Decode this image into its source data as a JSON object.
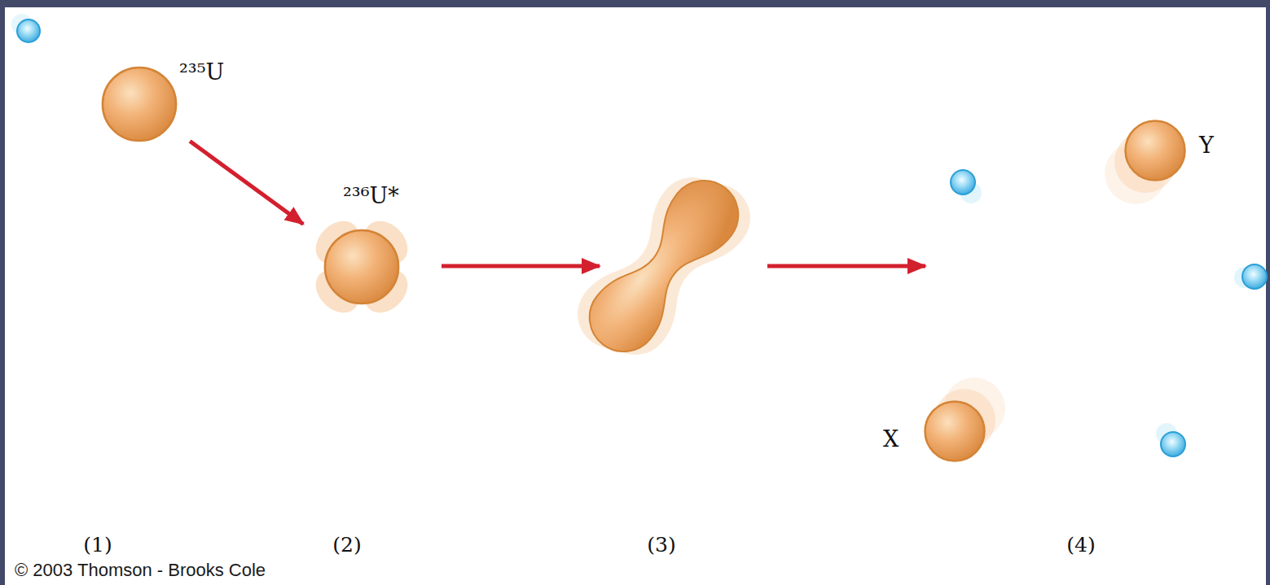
{
  "diagram": {
    "nodes": [
      {
        "text": [
          "²³⁵U"
        ]
      },
      {
        "text": [
          "²³⁶U*"
        ]
      },
      {
        "text": [
          "Y"
        ]
      },
      {
        "text": [
          "X"
        ]
      }
    ],
    "edges": [
      {
        "from": 0,
        "to": 1,
        "arrow": "to"
      }
    ],
    "labels": [
      "(1)",
      "(2)",
      "(3)",
      "(4)",
      "© 2003 Thomson - Brooks Cole"
    ]
  }
}
